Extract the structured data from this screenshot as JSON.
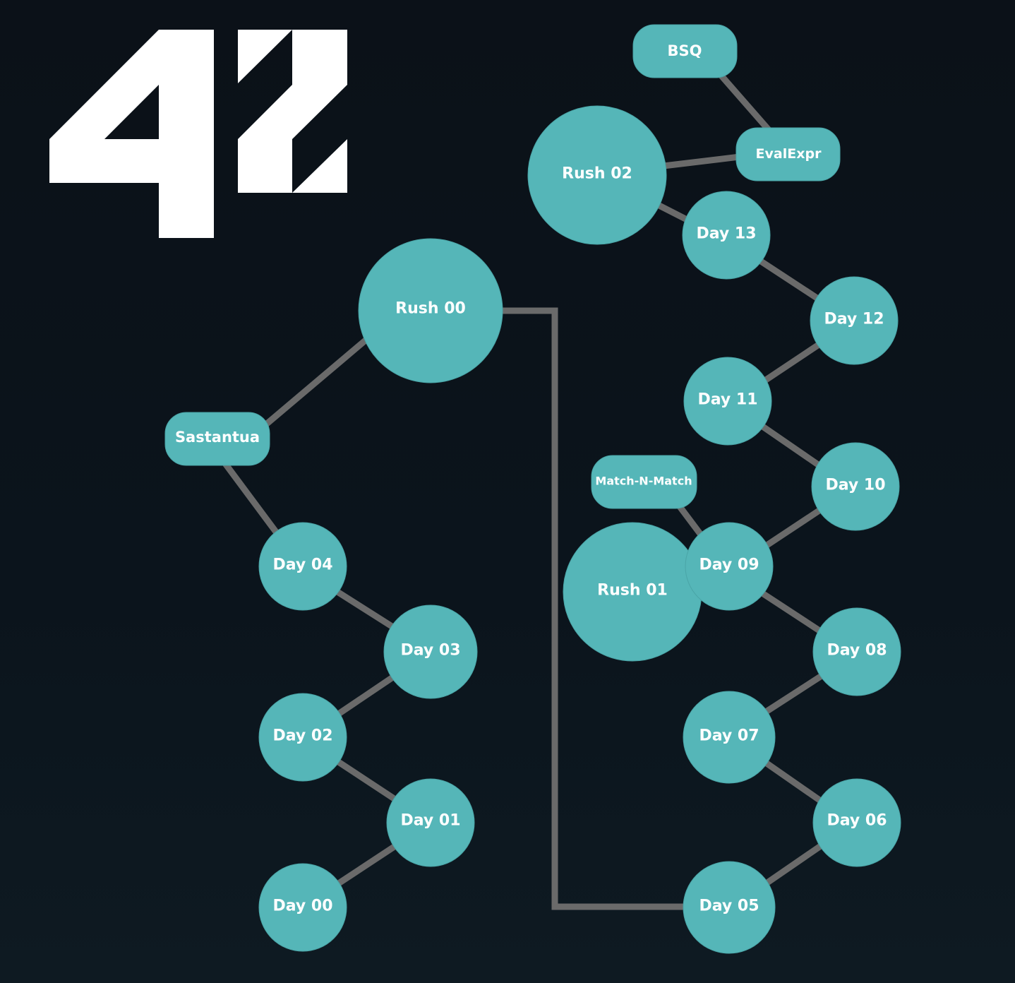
{
  "logo": {
    "text": "42",
    "color": "#ffffff",
    "icon": "42-school-logo"
  },
  "colors": {
    "background": "#0b1118",
    "node_fill": "#55b6b8",
    "edge": "#6a6a6a",
    "label": "#ffffff"
  },
  "nodes": {
    "bsq": "BSQ",
    "evalexpr": "EvalExpr",
    "rush02": "Rush 02",
    "day13": "Day 13",
    "day12": "Day 12",
    "day11": "Day 11",
    "day10": "Day 10",
    "match_n_match": "Match-N-Match",
    "day09": "Day 09",
    "rush01": "Rush 01",
    "day08": "Day 08",
    "day07": "Day 07",
    "day06": "Day 06",
    "day05": "Day 05",
    "rush00": "Rush 00",
    "sastantua": "Sastantua",
    "day04": "Day 04",
    "day03": "Day 03",
    "day02": "Day 02",
    "day01": "Day 01",
    "day00": "Day 00"
  }
}
